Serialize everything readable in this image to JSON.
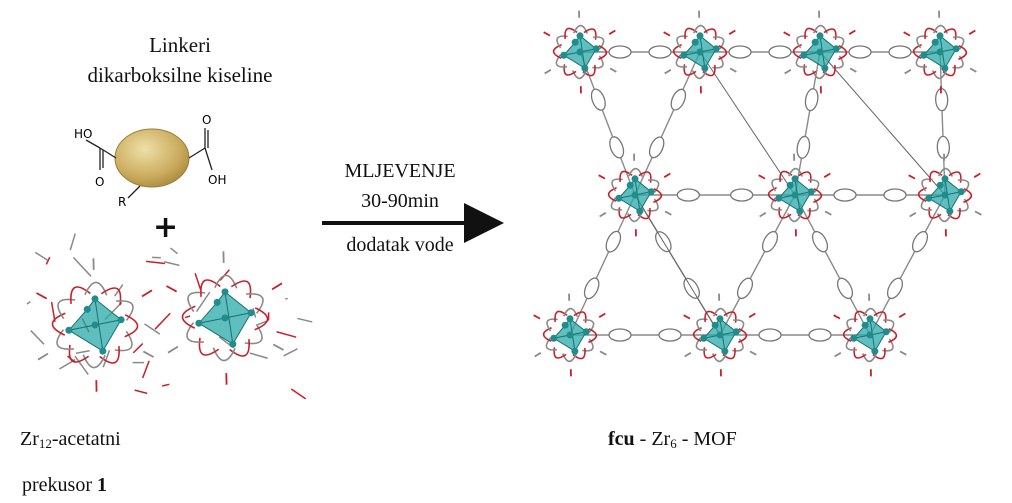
{
  "linker": {
    "title_line1": "Linkeri",
    "title_line2": "dikarboksilne kiseline",
    "label_ho": "HO",
    "label_o1": "O",
    "label_o2": "O",
    "label_oh": "OH",
    "label_r": "R"
  },
  "plus": "+",
  "reaction": {
    "line1": "MLJEVENJE",
    "line2": "30-90min",
    "line3": "dodatak vode"
  },
  "precursor": {
    "label_prefix": "Zr",
    "label_sub": "12",
    "label_suffix": "-acetatni",
    "label_line2_prefix": "prekusor ",
    "label_line2_bold": "1"
  },
  "product": {
    "label_bold": "fcu",
    "label_mid": " - Zr",
    "label_sub": "6",
    "label_suffix": " - MOF"
  },
  "colors": {
    "oxygen": "#c8202a",
    "zirconium": "#2aa9a9",
    "carbon": "#8a8a8a",
    "linker_body": "#c9aa5c"
  }
}
